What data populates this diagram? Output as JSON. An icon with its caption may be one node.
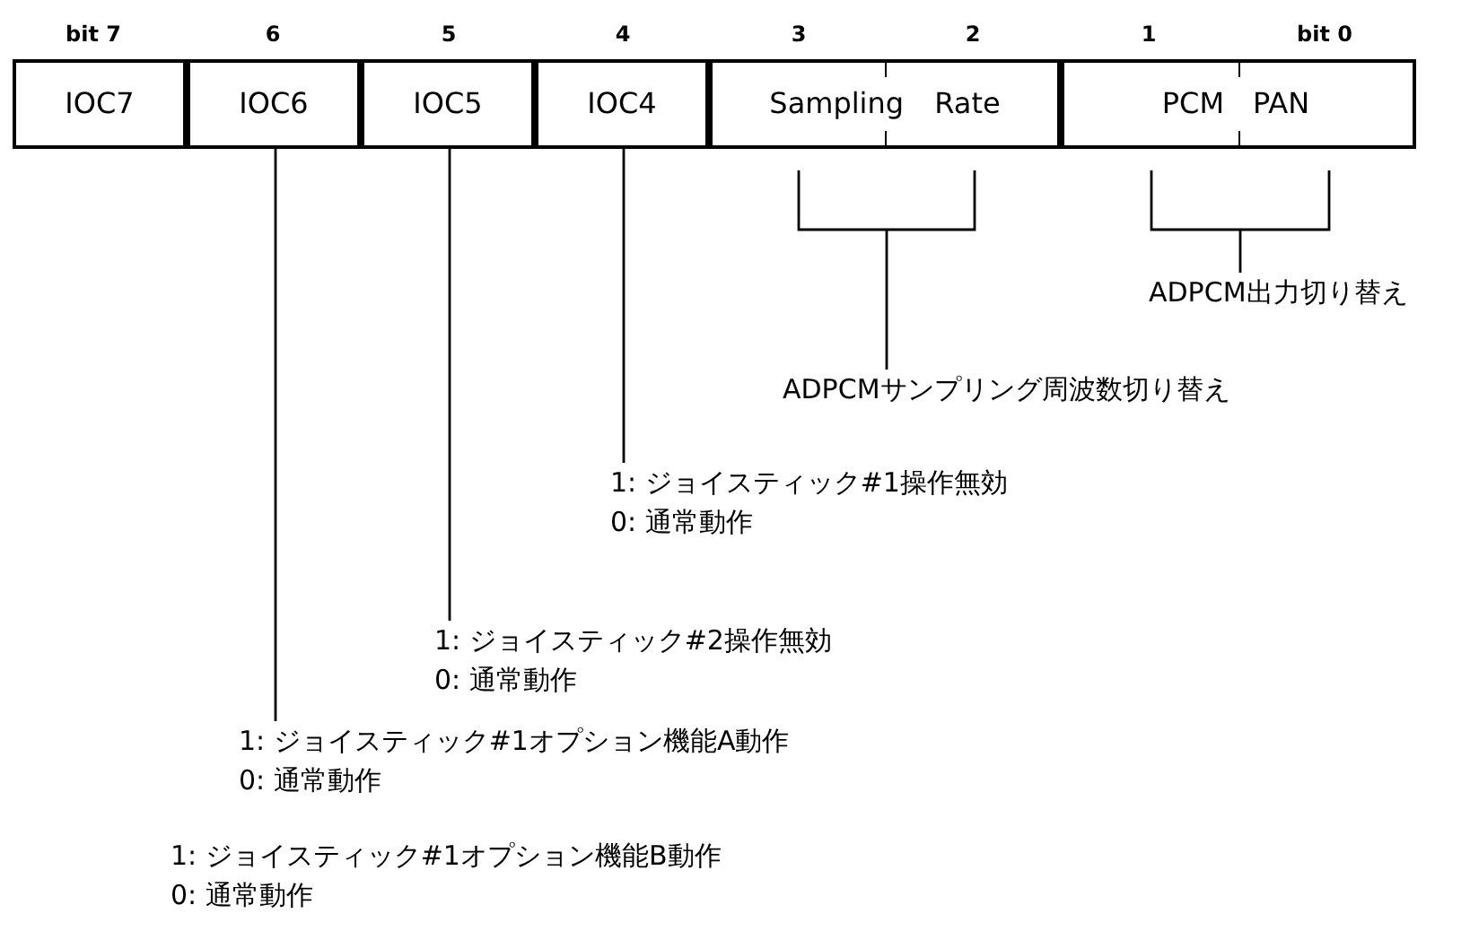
{
  "diagram": {
    "nodes": [
      {
        "text": [
          "IOC7"
        ]
      },
      {
        "text": [
          "IOC6"
        ]
      },
      {
        "text": [
          "IOC5"
        ]
      },
      {
        "text": [
          "IOC4"
        ]
      },
      {
        "text": [
          "Sampling Rate"
        ]
      },
      {
        "text": [
          "PCM",
          "PAN"
        ]
      },
      {
        "text": [
          "ADPCM出力切り替え"
        ]
      },
      {
        "text": [
          "ADPCMサンプリング周波数切り替え"
        ]
      },
      {
        "text": [
          "1: ジョイスティック#1操作無効",
          "0: 通常動作"
        ]
      },
      {
        "text": [
          "1: ジョイスティック#2操作無効",
          "0: 通常動作"
        ]
      },
      {
        "text": [
          "1: ジョイスティック#1オプション機能A動作",
          "0: 通常動作"
        ]
      }
    ],
    "edges": [
      {
        "from": 5,
        "to": 6,
        "arrow": "none"
      },
      {
        "from": 4,
        "to": 7,
        "arrow": "none"
      },
      {
        "from": 3,
        "to": 8,
        "arrow": "none"
      },
      {
        "from": 2,
        "to": 9,
        "arrow": "none"
      },
      {
        "from": 1,
        "to": 10,
        "arrow": "none"
      }
    ],
    "labels": [
      "bit 7",
      "6",
      "5",
      "4",
      "3",
      "2",
      "1",
      "bit 0",
      "1: ジョイスティック#1オプション機能B動作",
      "0: 通常動作"
    ]
  }
}
